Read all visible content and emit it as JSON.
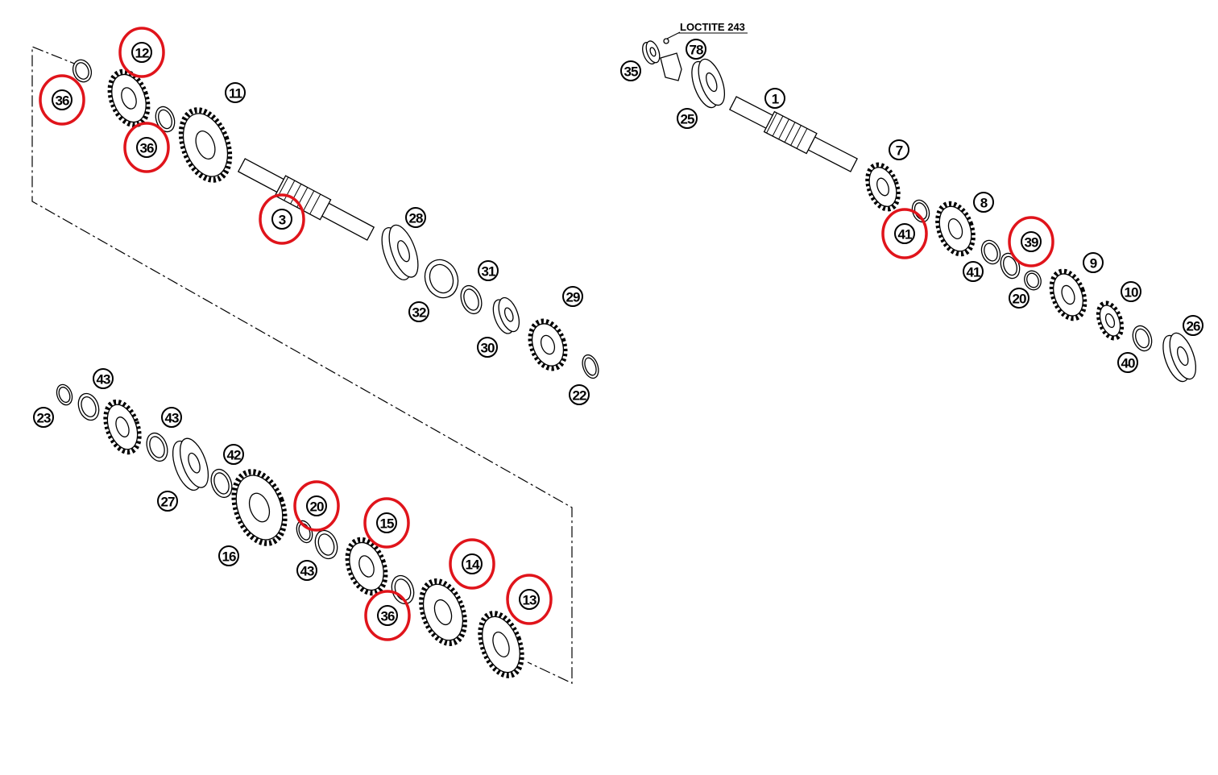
{
  "diagram": {
    "note": "LOCTITE 243",
    "highlight_color": "#e0141b",
    "labels": [
      {
        "num": "12",
        "highlighted": true
      },
      {
        "num": "36",
        "highlighted": true
      },
      {
        "num": "36",
        "highlighted": true
      },
      {
        "num": "11",
        "highlighted": false
      },
      {
        "num": "3",
        "highlighted": true
      },
      {
        "num": "28",
        "highlighted": false
      },
      {
        "num": "31",
        "highlighted": false
      },
      {
        "num": "32",
        "highlighted": false
      },
      {
        "num": "29",
        "highlighted": false
      },
      {
        "num": "30",
        "highlighted": false
      },
      {
        "num": "22",
        "highlighted": false
      },
      {
        "num": "35",
        "highlighted": false
      },
      {
        "num": "78",
        "highlighted": false
      },
      {
        "num": "25",
        "highlighted": false
      },
      {
        "num": "1",
        "highlighted": false
      },
      {
        "num": "7",
        "highlighted": false
      },
      {
        "num": "8",
        "highlighted": false
      },
      {
        "num": "41",
        "highlighted": true
      },
      {
        "num": "39",
        "highlighted": true
      },
      {
        "num": "41",
        "highlighted": false
      },
      {
        "num": "9",
        "highlighted": false
      },
      {
        "num": "20",
        "highlighted": false
      },
      {
        "num": "10",
        "highlighted": false
      },
      {
        "num": "26",
        "highlighted": false
      },
      {
        "num": "40",
        "highlighted": false
      },
      {
        "num": "43",
        "highlighted": false
      },
      {
        "num": "23",
        "highlighted": false
      },
      {
        "num": "43",
        "highlighted": false
      },
      {
        "num": "42",
        "highlighted": false
      },
      {
        "num": "27",
        "highlighted": false
      },
      {
        "num": "16",
        "highlighted": false
      },
      {
        "num": "20",
        "highlighted": true
      },
      {
        "num": "15",
        "highlighted": true
      },
      {
        "num": "43",
        "highlighted": false
      },
      {
        "num": "14",
        "highlighted": true
      },
      {
        "num": "36",
        "highlighted": true
      },
      {
        "num": "13",
        "highlighted": true
      }
    ]
  }
}
